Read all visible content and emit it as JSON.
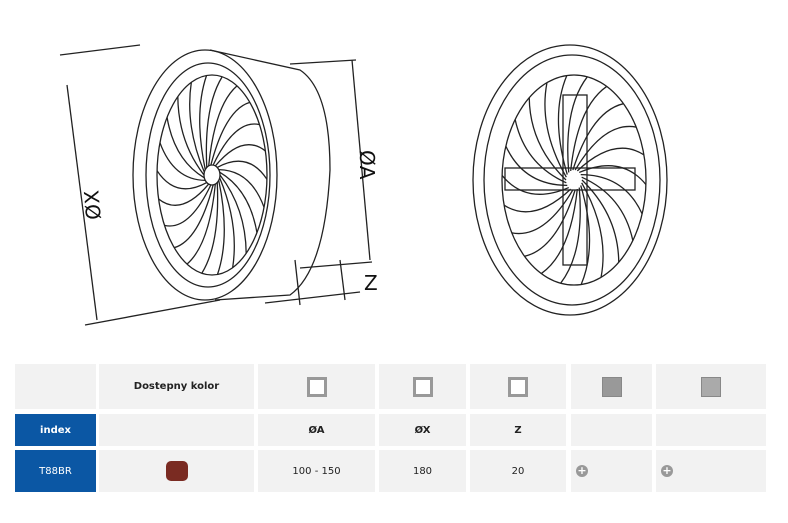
{
  "drawing": {
    "labels": {
      "x": "ØX",
      "a": "ØA",
      "z": "Z"
    }
  },
  "table": {
    "header": {
      "color_label": "Dostepny kolor",
      "icons": [
        "window-dimension-a-icon",
        "window-dimension-x-icon",
        "window-dimension-z-icon",
        "gray-square-icon",
        "light-gray-square-icon"
      ]
    },
    "labels": {
      "index": "index",
      "a": "ØA",
      "x": "ØX",
      "z": "Z"
    },
    "row": {
      "index": "T88BR",
      "color": "#7a2b22",
      "a": "100 - 150",
      "x": "180",
      "z": "20",
      "extra1": "+",
      "extra2": "+"
    }
  },
  "colors": {
    "accent": "#0b57a4",
    "cell": "#f2f2f2"
  }
}
